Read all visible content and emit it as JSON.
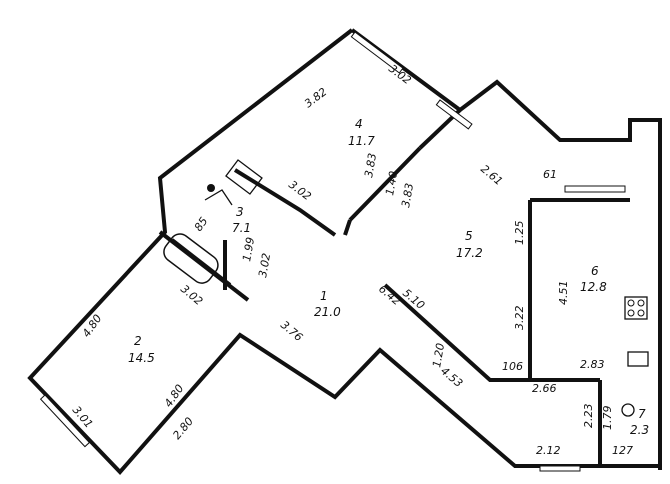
{
  "rooms": [
    {
      "number": "1",
      "area": "21.0"
    },
    {
      "number": "2",
      "area": "14.5"
    },
    {
      "number": "3",
      "area": "7.1"
    },
    {
      "number": "4",
      "area": "11.7"
    },
    {
      "number": "5",
      "area": "17.2"
    },
    {
      "number": "6",
      "area": "12.8"
    },
    {
      "number": "7",
      "area": "2.3"
    }
  ],
  "dimensions": [
    "3.82",
    "3.02",
    "3.83",
    "1.40",
    "3.83",
    "2.61",
    "61",
    "3.02",
    "85",
    "1.99",
    "3.02",
    "1.25",
    "4.51",
    "3.22",
    "4.80",
    "3.02",
    "5.10",
    "6.42",
    "3.76",
    "1.20",
    "106",
    "2.83",
    "2.66",
    "4.80",
    "4.53",
    "1.79",
    "2.23",
    "3.01",
    "2.80",
    "2.12",
    "127"
  ]
}
